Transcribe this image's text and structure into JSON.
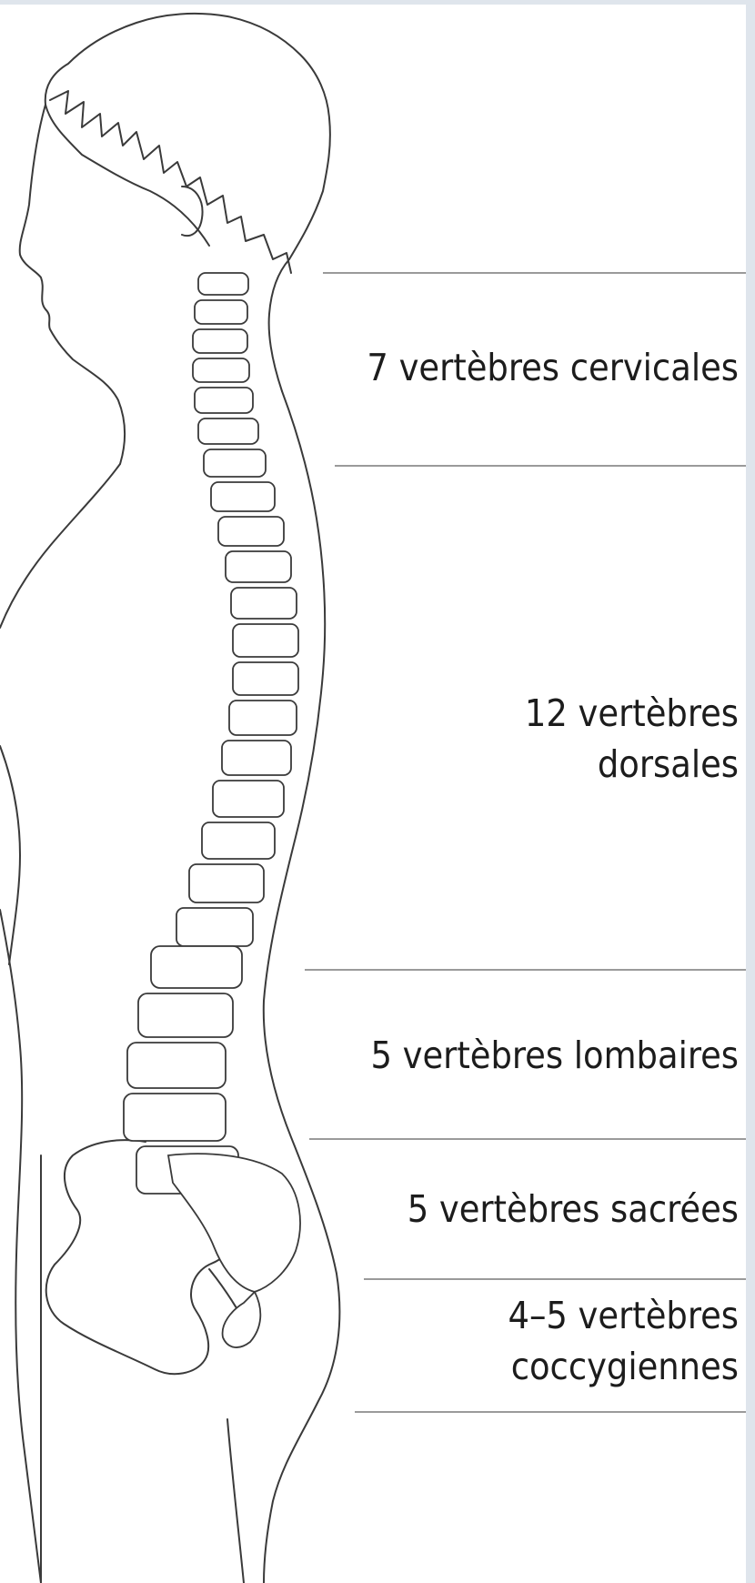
{
  "diagram": {
    "regions": [
      {
        "id": "cervical",
        "lines": [
          "7 vertèbres cervicales"
        ]
      },
      {
        "id": "dorsal",
        "lines": [
          "12 vertèbres",
          "dorsales"
        ]
      },
      {
        "id": "lumbar",
        "lines": [
          "5 vertèbres lombaires"
        ]
      },
      {
        "id": "sacral",
        "lines": [
          "5 vertèbres sacrées"
        ]
      },
      {
        "id": "coccyx",
        "lines": [
          "4–5 vertèbres",
          "coccygiennes"
        ]
      }
    ],
    "colors": {
      "outline": "#3a3a3a",
      "divider": "#9a9a9a",
      "text": "#1c1c1c",
      "frame": "#dfe5ec"
    }
  }
}
